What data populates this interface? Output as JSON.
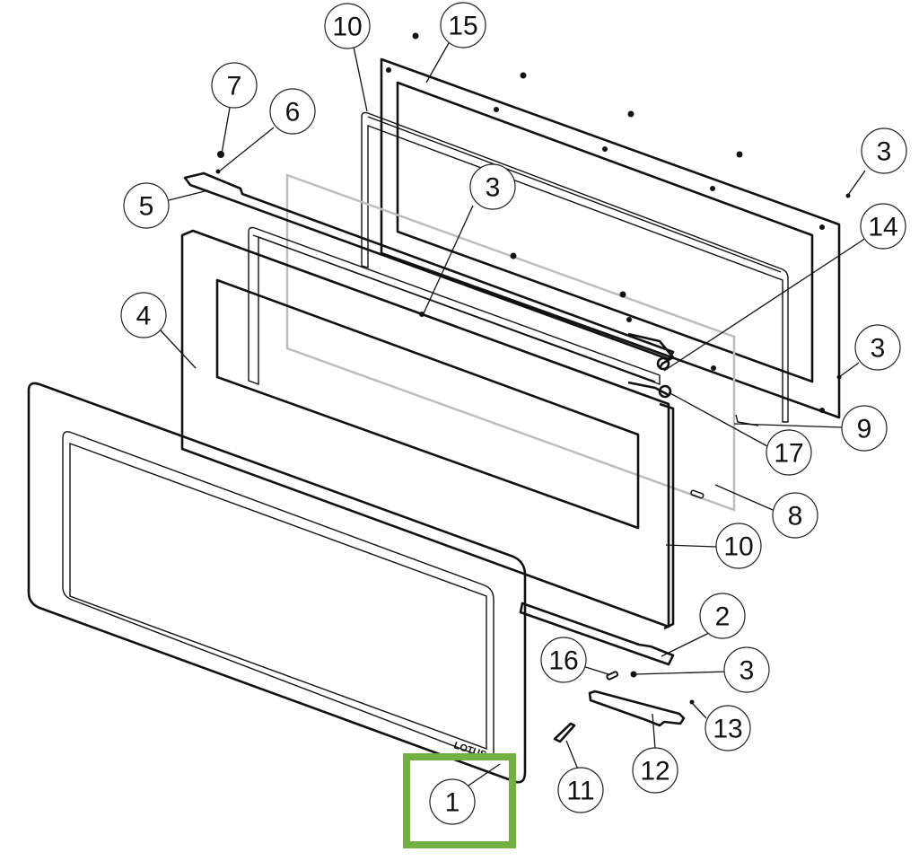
{
  "diagram": {
    "title": "Oven door exploded parts diagram",
    "brand_mark": "LOTUS",
    "highlight": {
      "part": "1",
      "color": "#72b043"
    },
    "callouts": [
      {
        "id": "c1",
        "label": "1"
      },
      {
        "id": "c2",
        "label": "2"
      },
      {
        "id": "c3a",
        "label": "3"
      },
      {
        "id": "c3b",
        "label": "3"
      },
      {
        "id": "c3c",
        "label": "3"
      },
      {
        "id": "c3d",
        "label": "3"
      },
      {
        "id": "c4",
        "label": "4"
      },
      {
        "id": "c5",
        "label": "5"
      },
      {
        "id": "c6",
        "label": "6"
      },
      {
        "id": "c7",
        "label": "7"
      },
      {
        "id": "c8",
        "label": "8"
      },
      {
        "id": "c9",
        "label": "9"
      },
      {
        "id": "c10a",
        "label": "10"
      },
      {
        "id": "c10b",
        "label": "10"
      },
      {
        "id": "c11",
        "label": "11"
      },
      {
        "id": "c12",
        "label": "12"
      },
      {
        "id": "c13",
        "label": "13"
      },
      {
        "id": "c14",
        "label": "14"
      },
      {
        "id": "c15",
        "label": "15"
      },
      {
        "id": "c16",
        "label": "16"
      },
      {
        "id": "c17",
        "label": "17"
      }
    ]
  }
}
